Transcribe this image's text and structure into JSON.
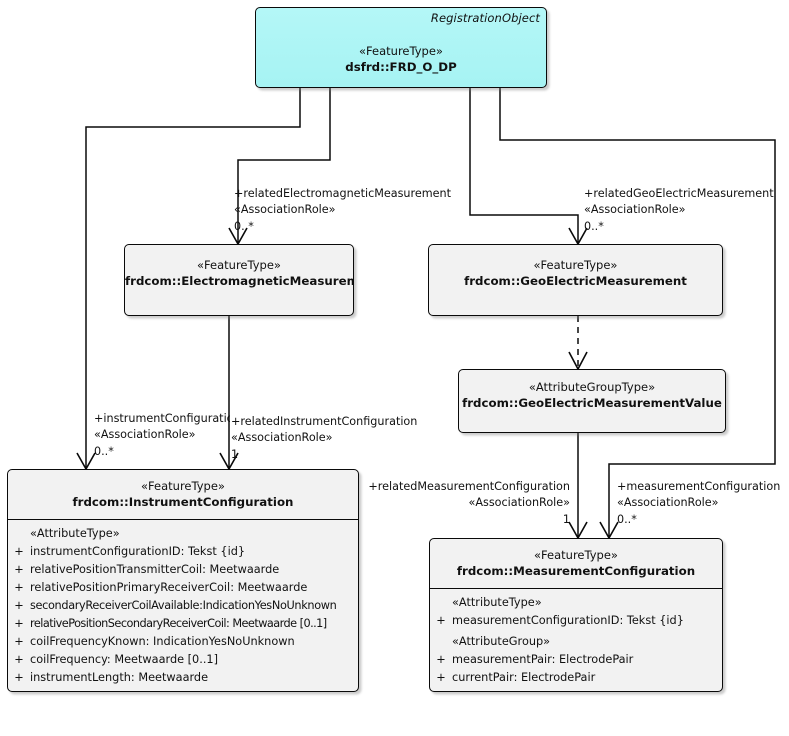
{
  "diagram": {
    "type": "uml-class-diagram",
    "title": "RegistrationObject FRD_O_DP"
  },
  "nodes": [
    {
      "id": "frd_o_dp",
      "corner_label": "RegistrationObject",
      "stereotype": "«FeatureType»",
      "name": "dsfrd::FRD_O_DP",
      "compartments": []
    },
    {
      "id": "electromagnetic_measurement",
      "corner_label": "",
      "stereotype": "«FeatureType»",
      "name": "frdcom::ElectromagneticMeasurement",
      "compartments": []
    },
    {
      "id": "geoelectric_measurement",
      "corner_label": "",
      "stereotype": "«FeatureType»",
      "name": "frdcom::GeoElectricMeasurement",
      "compartments": []
    },
    {
      "id": "geoelectric_measurement_value",
      "corner_label": "",
      "stereotype": "«AttributeGroupType»",
      "name": "frdcom::GeoElectricMeasurementValue",
      "compartments": []
    },
    {
      "id": "instrument_configuration",
      "corner_label": "",
      "stereotype": "«FeatureType»",
      "name": "frdcom::InstrumentConfiguration",
      "compartments": [
        {
          "group": "«AttributeType»",
          "attributes": [
            {
              "visibility": "+",
              "text": "instrumentConfigurationID: Tekst {id}"
            },
            {
              "visibility": "+",
              "text": "relativePositionTransmitterCoil: Meetwaarde"
            },
            {
              "visibility": "+",
              "text": "relativePositionPrimaryReceiverCoil: Meetwaarde"
            },
            {
              "visibility": "+",
              "text": "secondaryReceiverCoilAvailable:IndicationYesNoUnknown"
            },
            {
              "visibility": "+",
              "text": "relativePositionSecondaryReceiverCoil: Meetwaarde [0..1]"
            },
            {
              "visibility": "+",
              "text": "coilFrequencyKnown: IndicationYesNoUnknown"
            },
            {
              "visibility": "+",
              "text": "coilFrequency: Meetwaarde [0..1]"
            },
            {
              "visibility": "+",
              "text": "instrumentLength: Meetwaarde"
            }
          ]
        }
      ]
    },
    {
      "id": "measurement_configuration",
      "corner_label": "",
      "stereotype": "«FeatureType»",
      "name": "frdcom::MeasurementConfiguration",
      "compartments": [
        {
          "group": "«AttributeType»",
          "attributes": [
            {
              "visibility": "+",
              "text": "measurementConfigurationID: Tekst {id}"
            }
          ]
        },
        {
          "group": "«AttributeGroup»",
          "attributes": [
            {
              "visibility": "+",
              "text": "measurementPair: ElectrodePair"
            },
            {
              "visibility": "+",
              "text": "currentPair: ElectrodePair"
            }
          ]
        }
      ]
    }
  ],
  "edges": [
    {
      "id": "edge_related_em",
      "role": "+relatedElectromagneticMeasurement",
      "stereotype": "«AssociationRole»",
      "multiplicity": "0..*",
      "from": "frd_o_dp",
      "to": "electromagnetic_measurement",
      "style": "solid",
      "arrow": "open"
    },
    {
      "id": "edge_related_geo",
      "role": "+relatedGeoElectricMeasurement",
      "stereotype": "«AssociationRole»",
      "multiplicity": "0..*",
      "from": "frd_o_dp",
      "to": "geoelectric_measurement",
      "style": "solid",
      "arrow": "open"
    },
    {
      "id": "edge_instrument_config",
      "role": "+instrumentConfiguratio",
      "stereotype": "«AssociationRole»",
      "multiplicity": "0..*",
      "from": "frd_o_dp",
      "to": "instrument_configuration",
      "style": "solid",
      "arrow": "open"
    },
    {
      "id": "edge_related_instrument_config",
      "role": "+relatedInstrumentConfiguration",
      "stereotype": "«AssociationRole»",
      "multiplicity": "1",
      "from": "electromagnetic_measurement",
      "to": "instrument_configuration",
      "style": "solid",
      "arrow": "open"
    },
    {
      "id": "edge_geo_value",
      "role": "",
      "stereotype": "",
      "multiplicity": "",
      "from": "geoelectric_measurement",
      "to": "geoelectric_measurement_value",
      "style": "dashed",
      "arrow": "open"
    },
    {
      "id": "edge_related_measurement_config",
      "role": "+relatedMeasurementConfiguration",
      "stereotype": "«AssociationRole»",
      "multiplicity": "1",
      "from": "geoelectric_measurement_value",
      "to": "measurement_configuration",
      "style": "solid",
      "arrow": "open"
    },
    {
      "id": "edge_measurement_config",
      "role": "+measurementConfiguration",
      "stereotype": "«AssociationRole»",
      "multiplicity": "0..*",
      "from": "frd_o_dp",
      "to": "measurement_configuration",
      "style": "solid",
      "arrow": "open"
    }
  ],
  "colors": {
    "root_fill": "#aaf5f5",
    "node_fill": "#f2f2f2",
    "line": "#0a0a0a",
    "text": "#111111"
  }
}
